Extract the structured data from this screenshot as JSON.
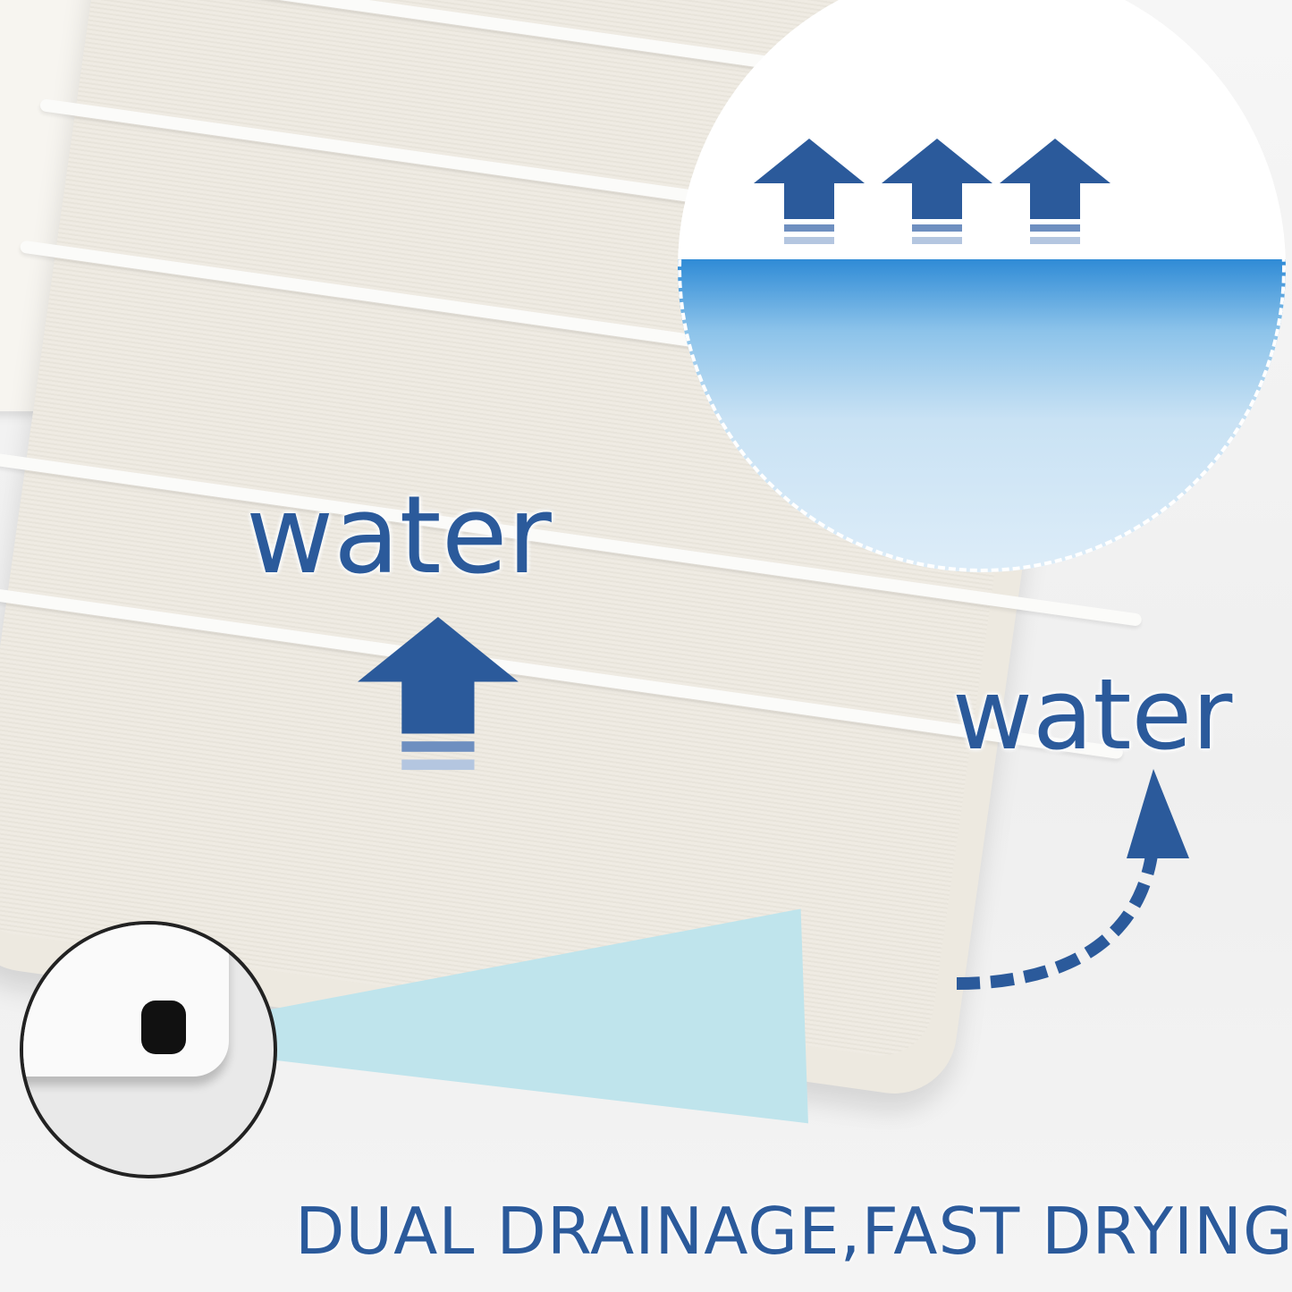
{
  "labels": {
    "water_left": "water",
    "water_right": "water",
    "headline": "DUAL DRAINAGE,FAST DRYING"
  },
  "colors": {
    "brand_blue": "#2b5a9b",
    "teal_highlight": "#bfe4ec",
    "mat": "#ede9e0"
  },
  "icons": [
    "up-arrow-icon",
    "curved-arrow-icon",
    "water-wave-icon",
    "rubber-foot-icon"
  ]
}
